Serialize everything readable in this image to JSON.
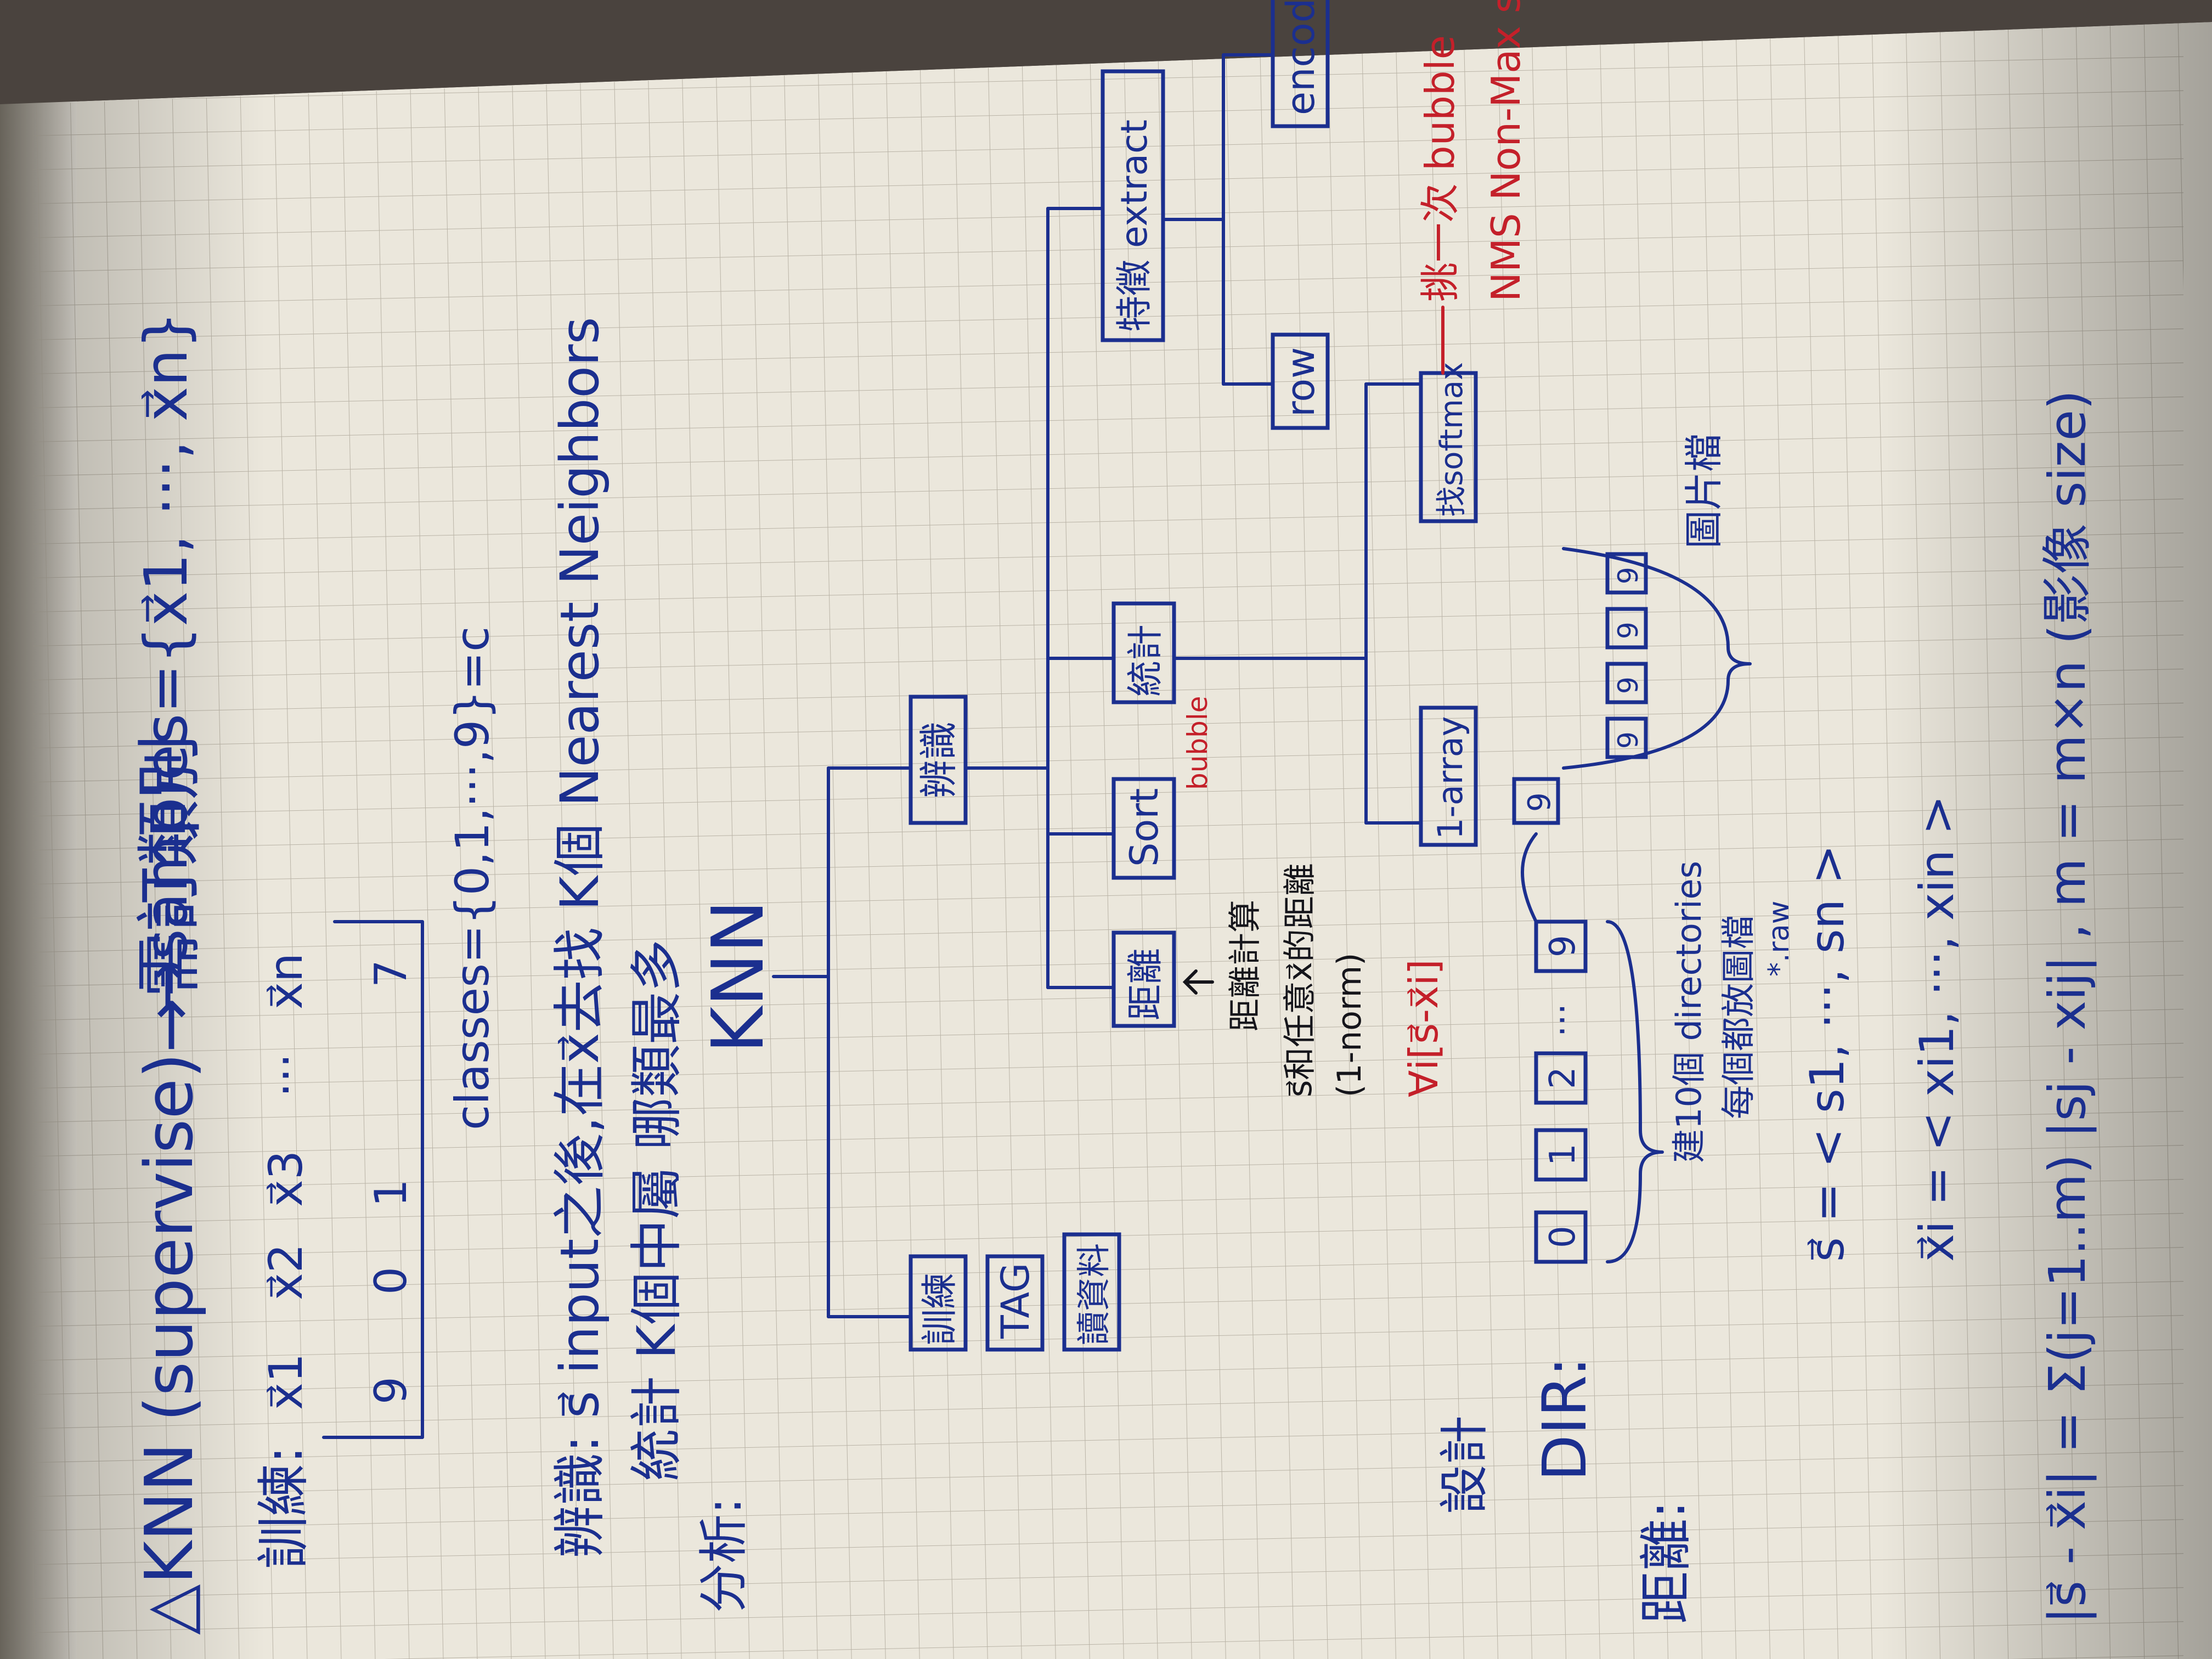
{
  "title": "△KNN (supervise)→需訂類別",
  "samples": "→samples={x⃗1, ···, x⃗n}",
  "training": {
    "label": "訓練:",
    "vectors": [
      "x⃗1",
      "x⃗2",
      "x⃗3",
      "···",
      "x⃗n"
    ],
    "digits": [
      "9",
      "0",
      "1",
      "7"
    ],
    "classes": "classes={0,1,···,9}=c"
  },
  "recognize": {
    "line1": "辨識: s⃗ input之後,在x⃗去找 K個 Nearest Neighbors",
    "line2": "統計 K個中屬 哪類最多"
  },
  "analysis_label": "分析:",
  "design_label": "設計",
  "distance_label": "距離:",
  "tree": {
    "root": "KNN",
    "train": "訓練",
    "tag": "TAG",
    "read": "讀資料",
    "recognize": "辨識",
    "distance": "距離",
    "sort": "Sort",
    "stats": "統計",
    "feature": "特徵 extract",
    "row": "row",
    "encode": "encode",
    "array": "1-array",
    "softmax": "找softmax",
    "bubble": "bubble"
  },
  "black_notes": [
    "距離計算",
    "s⃗和任意x⃗的距離",
    "(1-norm)"
  ],
  "red_notes": {
    "forall": "∀i[s⃗-x⃗i]",
    "pick": "挑一次 bubble",
    "nms": "NMS Non-Max suppress"
  },
  "dir": {
    "label": "DIR:",
    "boxes": [
      "0",
      "1",
      "2",
      "···",
      "9"
    ],
    "dir_note1": "建10個 directories",
    "dir_note2": "每個都放圖檔",
    "raw_note": "*.raw",
    "files": [
      "9",
      "9",
      "9",
      "9",
      "9"
    ],
    "image_file": "圖片檔"
  },
  "formulas": {
    "s_vec": "s⃗ = < s1, ···, sn >",
    "x_vec": "x⃗i = < xi1, ···, xin >",
    "norm": "|s⃗ - x⃗i| = Σ(j=1..m) |sj - xij| , m = m×n (影像 size)"
  }
}
